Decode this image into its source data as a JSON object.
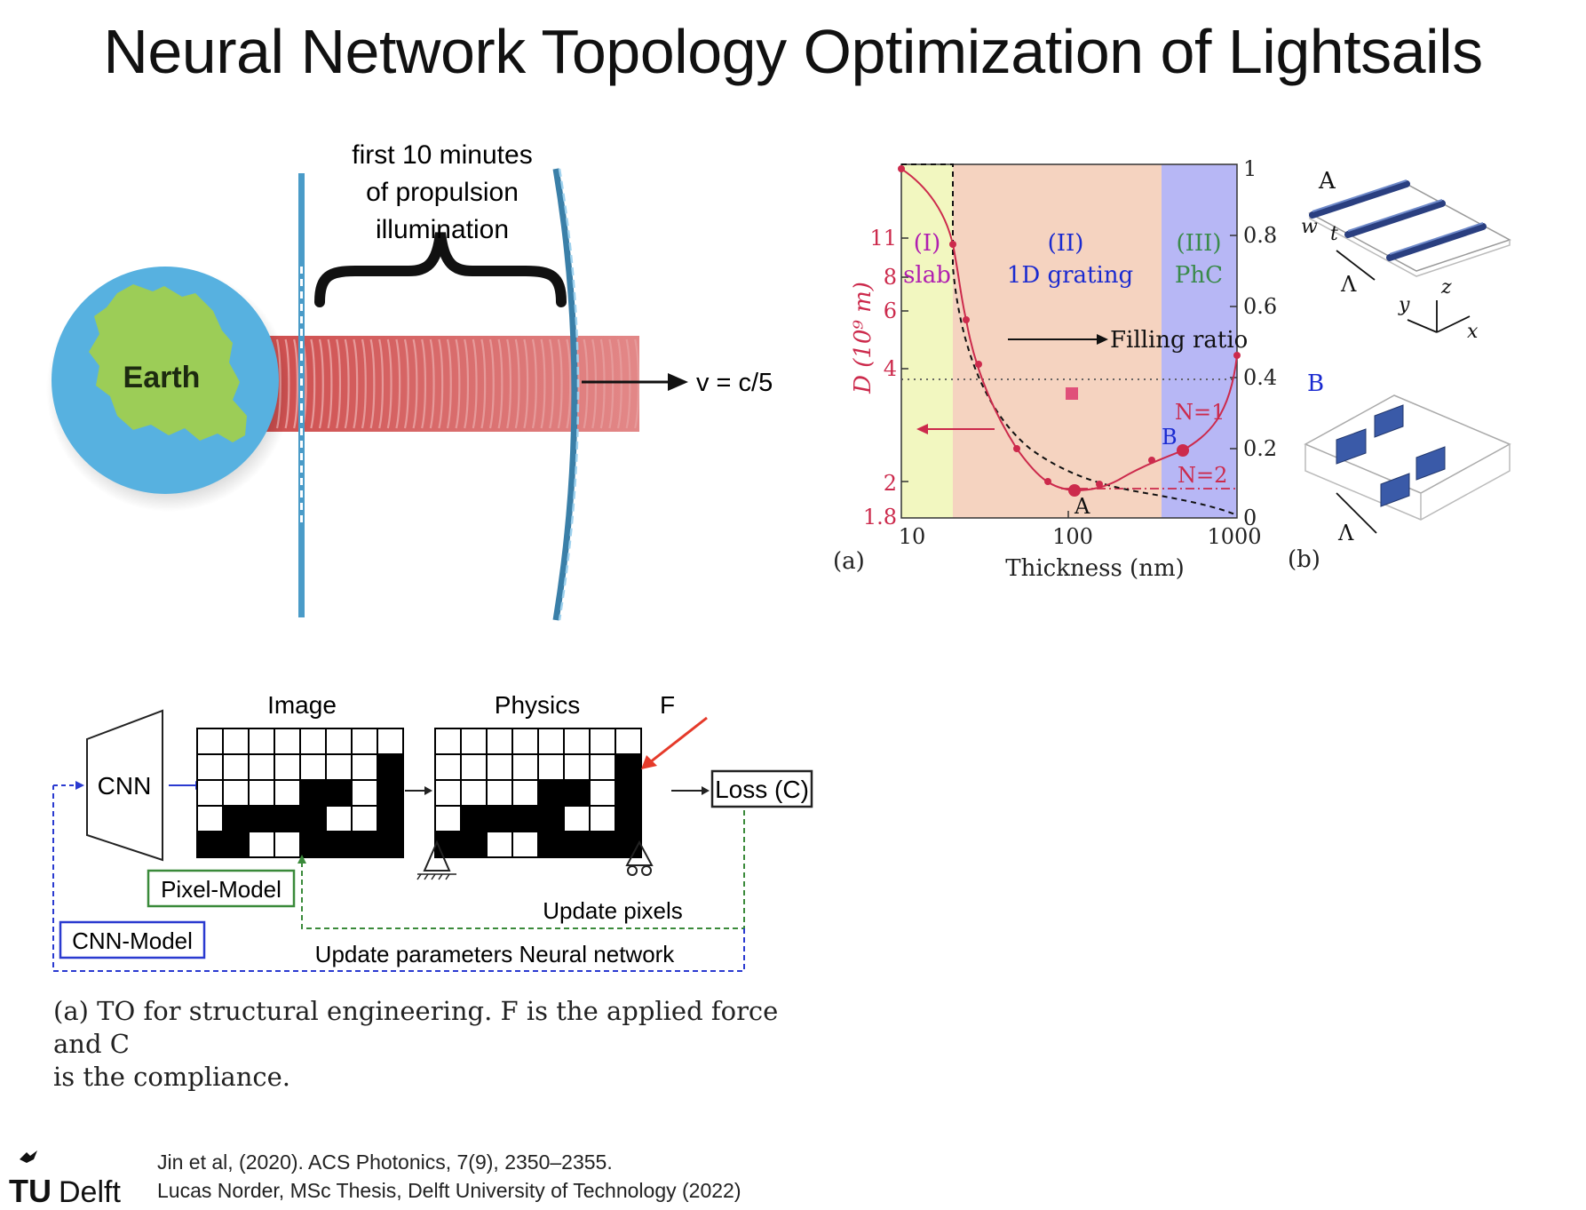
{
  "slide_title": "Neural Network Topology Optimization of Lightsails",
  "propulsion": {
    "earth_label": "Earth",
    "brace_line1": "first 10 minutes",
    "brace_line2": "of propulsion",
    "brace_line3": "illumination",
    "velocity_label": "v = c/5"
  },
  "plot": {
    "panel_a": "(a)",
    "panel_b": "(b)",
    "y_left_label": "D (10⁹ m)",
    "x_label": "Thickness (nm)",
    "y_left_ticks": [
      "11",
      "8",
      "6",
      "4",
      "2",
      "1.8"
    ],
    "y_right_ticks": [
      "1",
      "0.8",
      "0.6",
      "0.4",
      "0.2",
      "0"
    ],
    "x_ticks": [
      "10",
      "100",
      "1000"
    ],
    "regions": [
      {
        "line1": "(I)",
        "line2": "slab",
        "color": "#f2f7c0"
      },
      {
        "line1": "(II)",
        "line2": "1D grating",
        "color": "#f5d3c0"
      },
      {
        "line1": "(III)",
        "line2": "PhC",
        "color": "#b7b7f5"
      }
    ],
    "filling_ratio_label": "Filling ratio",
    "n1_label": "N=1",
    "n2_label": "N=2",
    "point_a": "A",
    "point_b": "B",
    "struct_a_label": "A",
    "struct_b_label": "B",
    "struct_w": "w",
    "struct_t": "t",
    "struct_lambda": "Λ",
    "axis_x": "x",
    "axis_y": "y",
    "axis_z": "z",
    "colors": {
      "curve": "#cc2a4c",
      "dashed": "#111111",
      "blue_text": "#1a2ad0",
      "purple_text": "#b01fb0",
      "green_text": "#3a8a4a"
    }
  },
  "to_diagram": {
    "cnn": "CNN",
    "image": "Image",
    "physics": "Physics",
    "force": "F",
    "loss": "Loss (C)",
    "pixel_model": "Pixel-Model",
    "cnn_model": "CNN-Model",
    "update_pixels": "Update pixels",
    "update_params": "Update parameters Neural network"
  },
  "caption_line1": "(a) TO for structural engineering. F is the applied force and C",
  "caption_line2": "is the compliance.",
  "references": [
    "Jin et al, (2020). ACS Photonics, 7(9), 2350–2355.",
    "Lucas Norder, MSc Thesis, Delft University of Technology (2022)"
  ],
  "logo": {
    "tu": "TU",
    "delft": "Delft"
  }
}
